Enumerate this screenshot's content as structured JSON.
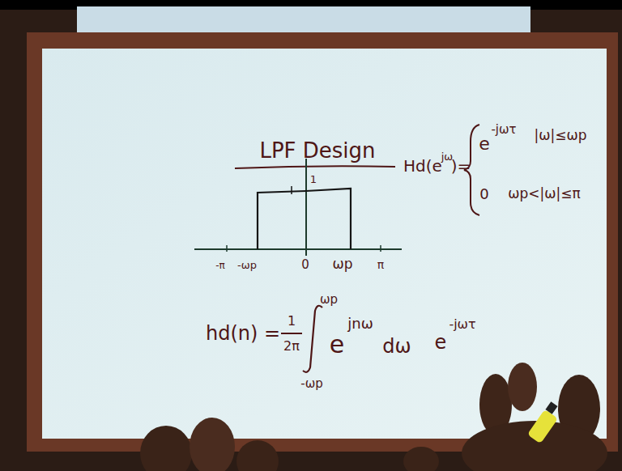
{
  "diagram": {
    "title": "LPF Design",
    "labels": [
      "1",
      "-π",
      "-ωp",
      "0",
      "ωp",
      "π",
      "Hd(e",
      "jω",
      ")=",
      "e",
      "-jωτ",
      "|ω|≤ωp",
      "0",
      "ωp<|ω|≤π",
      "hd(n) =",
      "1",
      "2π",
      "ωp",
      "-ωp",
      "e",
      "jnω",
      "dω",
      "e",
      "-jωτ"
    ]
  }
}
